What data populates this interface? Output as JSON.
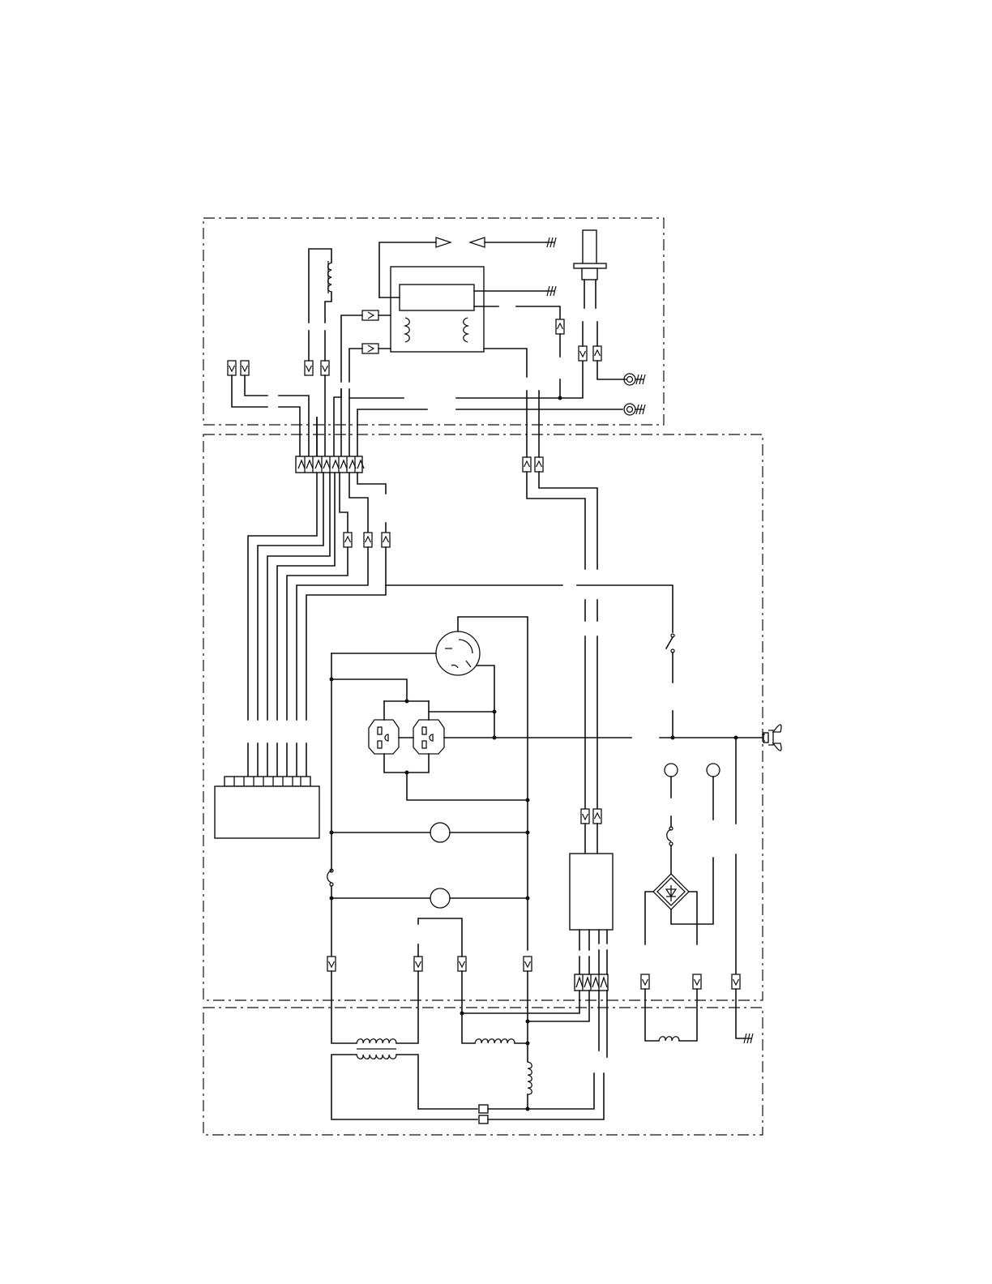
{
  "colors": {
    "ink": "#111111",
    "background": "#ffffff"
  },
  "diagram": {
    "type": "wiring-schematic",
    "labels_present": false,
    "sections": [
      "engine-section",
      "control-panel-section",
      "alternator-section"
    ],
    "icons": [
      "ground-icon",
      "connector-icon",
      "spark-plug-icon",
      "ignition-coil-icon",
      "twist-lock-receptacle-icon",
      "duplex-outlet-icon",
      "lamp-icon",
      "circuit-breaker-icon",
      "bridge-rectifier-icon",
      "wing-nut-terminal-icon",
      "winding-icon",
      "brush-icon"
    ]
  }
}
